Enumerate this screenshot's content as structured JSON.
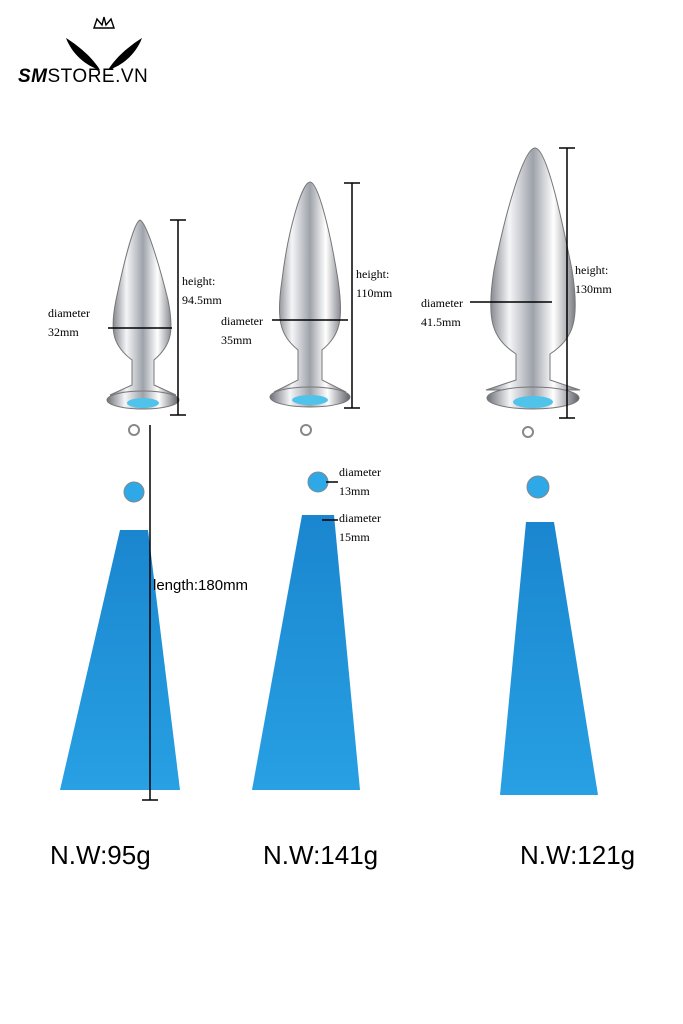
{
  "brand": {
    "prefix": "SM",
    "name": "STORE.VN"
  },
  "products": [
    {
      "height_label": "height:",
      "height_value": "94.5mm",
      "diameter_label": "diameter",
      "diameter_value": "32mm",
      "length_label": "length:180mm",
      "weight": "N.W:95g"
    },
    {
      "height_label": "height:",
      "height_value": "110mm",
      "diameter_label": "diameter",
      "diameter_value": "35mm",
      "bead1_label": "diameter",
      "bead1_value": "13mm",
      "bead2_label": "diameter",
      "bead2_value": "15mm",
      "weight": "N.W:141g"
    },
    {
      "height_label": "height:",
      "height_value": "130mm",
      "diameter_label": "diameter",
      "diameter_value": "41.5mm",
      "weight": "N.W:121g"
    }
  ],
  "colors": {
    "metal": "#c9ccd2",
    "tassel": "#1d8fd6",
    "gem": "#4fc3ea",
    "line": "#000000"
  }
}
